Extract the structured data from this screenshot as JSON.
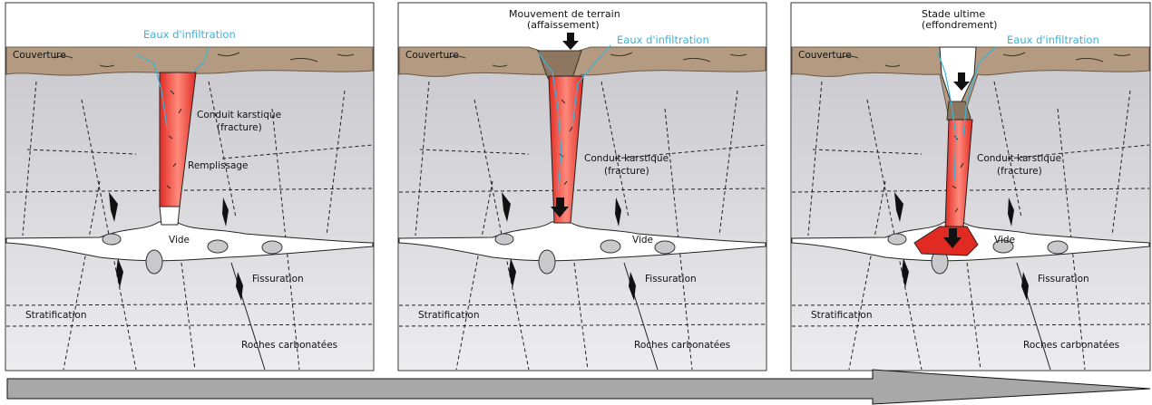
{
  "colors": {
    "water": "#3bb2d8",
    "cover": "#b39a80",
    "cover_dark": "#7a6a55",
    "conduit": "#e8342c",
    "conduit_light": "#ff9b8f",
    "rock_top": "#cfcfd3",
    "rock_bottom": "#e9e9eb",
    "void": "#ffffff",
    "arrow_fill": "#a8a8a8"
  },
  "panels": [
    {
      "title": "",
      "water": "Eaux d'infiltration",
      "cover": "Couverture",
      "conduit": "Conduit karstique",
      "conduit_sub": "(fracture)",
      "fill": "Remplissage",
      "void": "Vide",
      "fissure": "Fissuration",
      "strat": "Stratification",
      "rock": "Roches carbonatées"
    },
    {
      "title": "Mouvement de terrain",
      "title_sub": "(affaissement)",
      "water": "Eaux d'infiltration",
      "cover": "Couverture",
      "conduit": "Conduit karstique",
      "conduit_sub": "(fracture)",
      "void": "Vide",
      "fissure": "Fissuration",
      "strat": "Stratification",
      "rock": "Roches carbonatées"
    },
    {
      "title": "Stade ultime",
      "title_sub": "(effondrement)",
      "water": "Eaux d'infiltration",
      "cover": "Couverture",
      "conduit": "Conduit karstique",
      "conduit_sub": "(fracture)",
      "void": "Vide",
      "fissure": "Fissuration",
      "strat": "Stratification",
      "rock": "Roches carbonatées"
    }
  ]
}
